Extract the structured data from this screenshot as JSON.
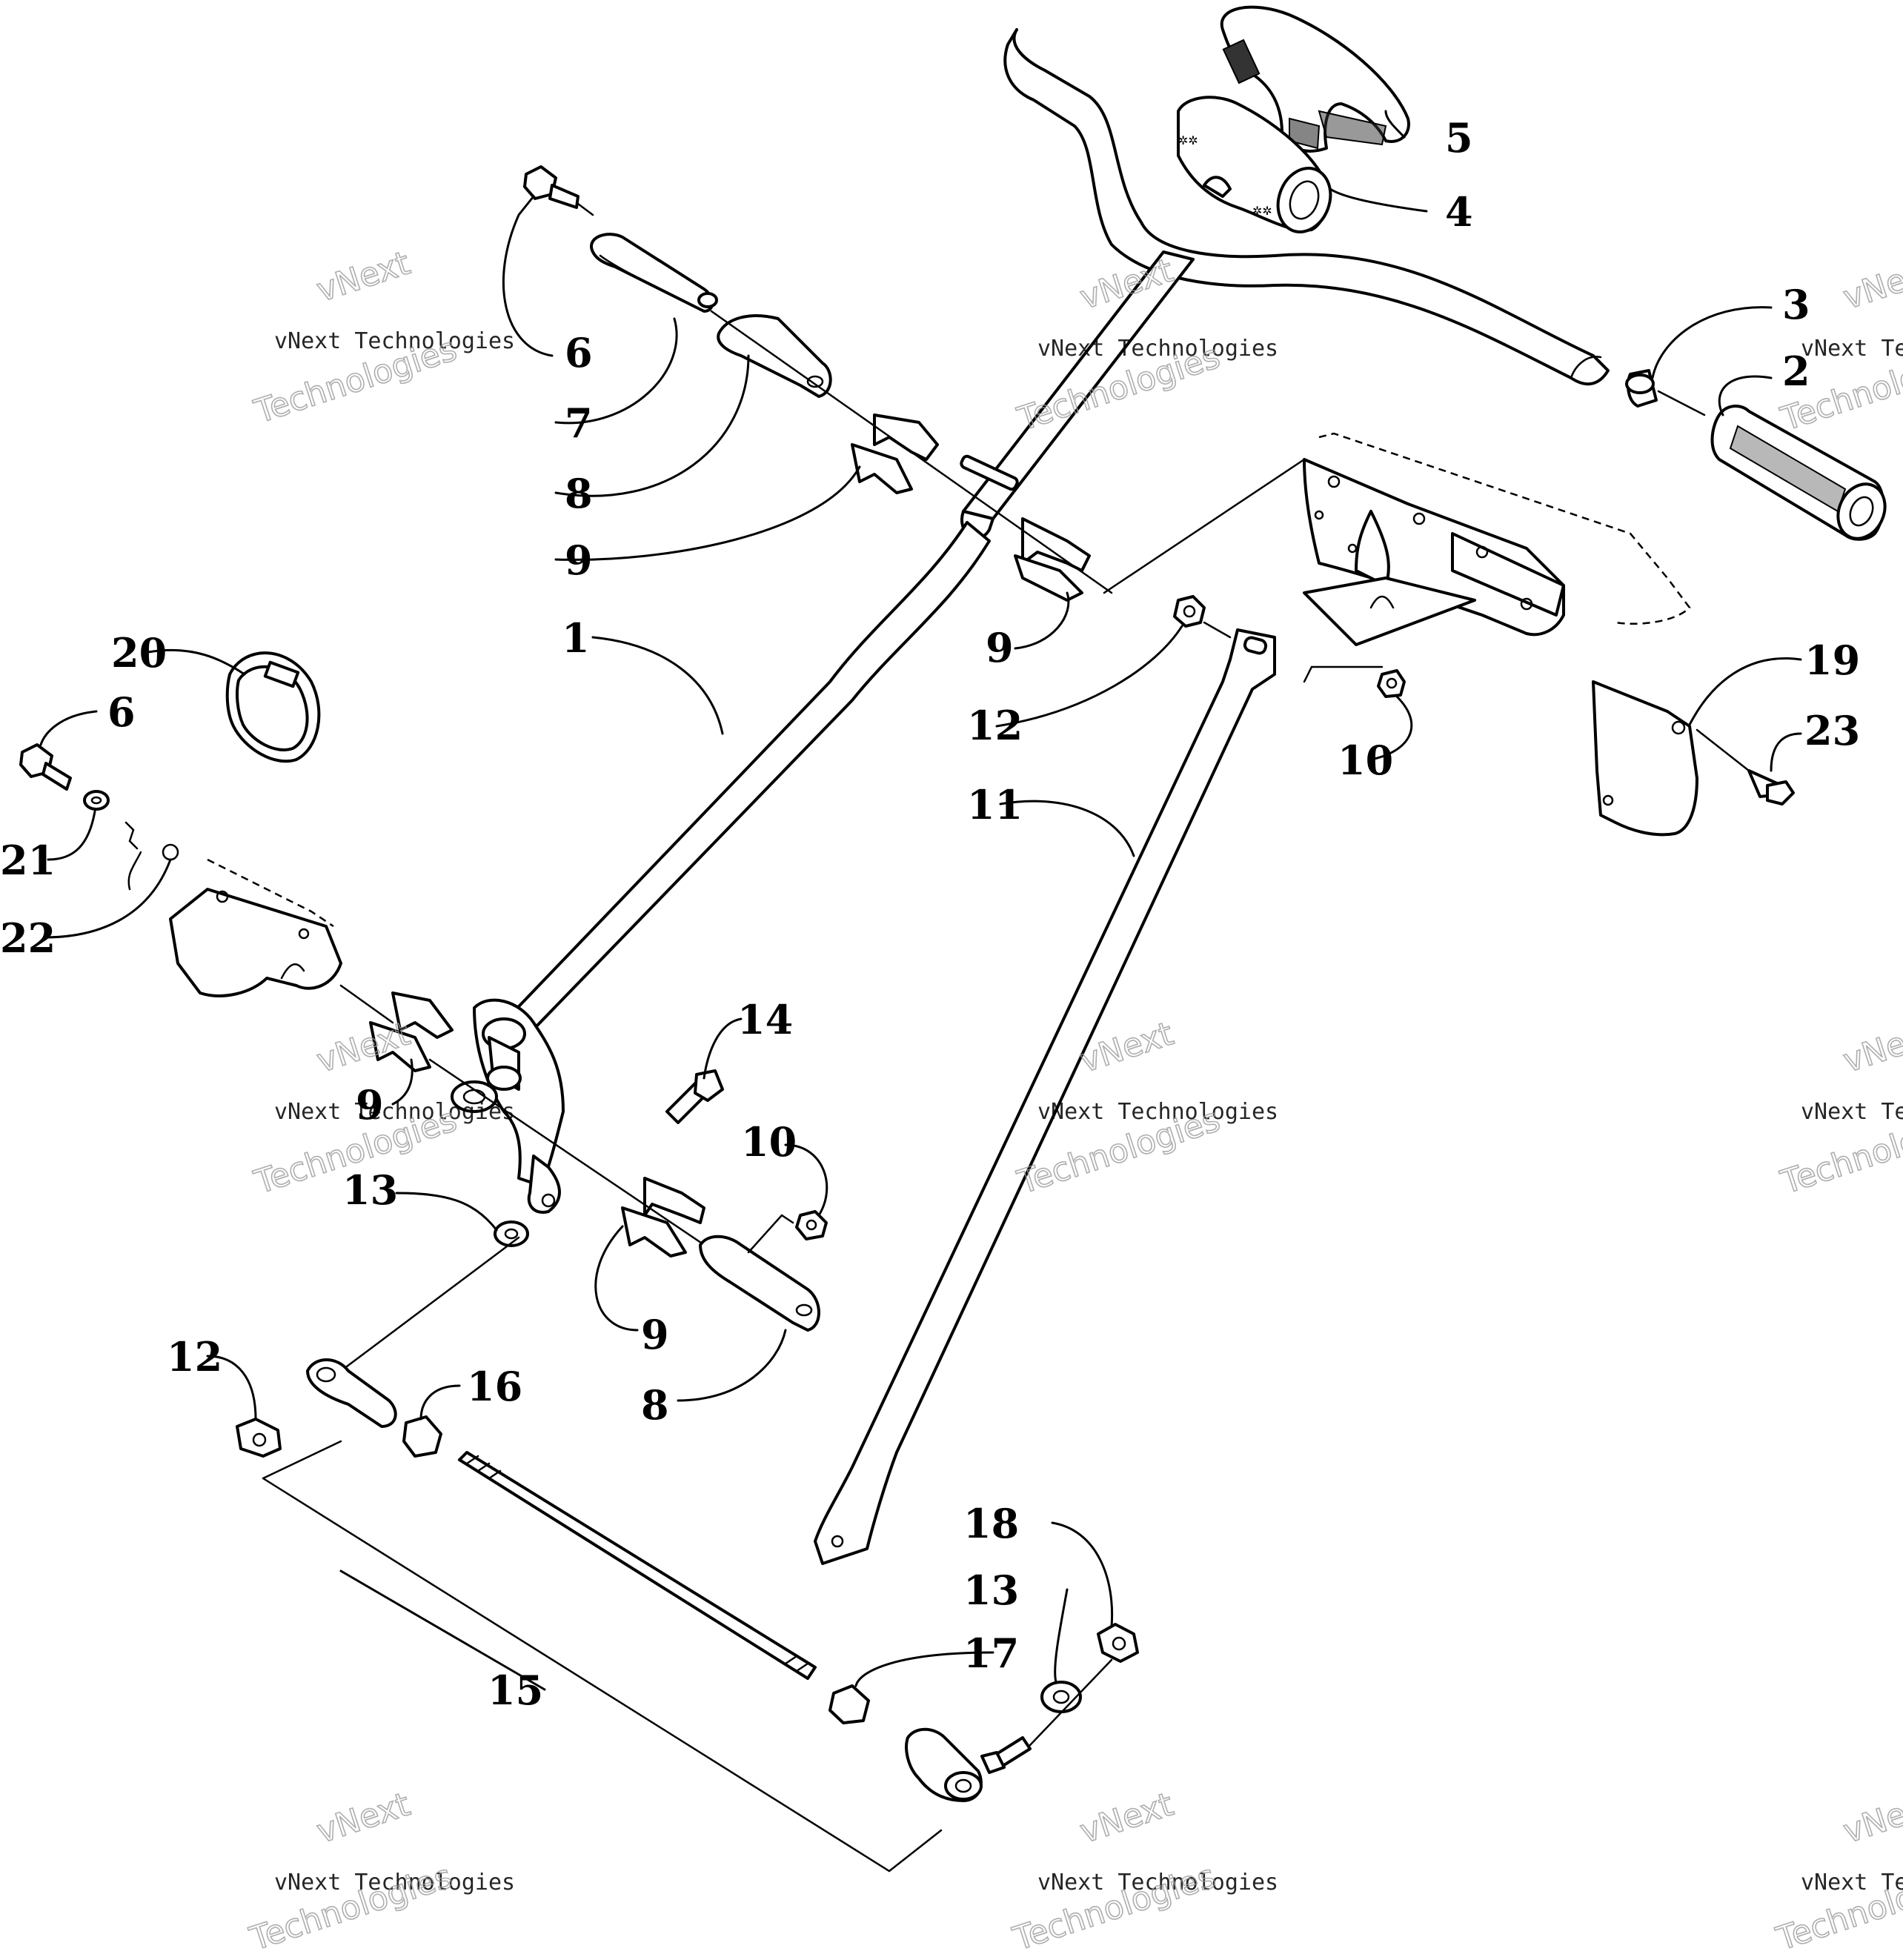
{
  "watermark": {
    "line1": "vNext Technologies",
    "line2": "vNext",
    "line3": "Technologies"
  },
  "callouts": {
    "c1": "1",
    "c2": "2",
    "c3": "3",
    "c4": "4",
    "c5": "5",
    "c6a": "6",
    "c6b": "6",
    "c7": "7",
    "c8a": "8",
    "c8b": "8",
    "c9a": "9",
    "c9b": "9",
    "c9c": "9",
    "c9d": "9",
    "c10a": "10",
    "c10b": "10",
    "c11": "11",
    "c12a": "12",
    "c12b": "12",
    "c13a": "13",
    "c13b": "13",
    "c14": "14",
    "c15": "15",
    "c16": "16",
    "c17": "17",
    "c18": "18",
    "c19": "19",
    "c20": "20",
    "c21": "21",
    "c22": "22",
    "c23": "23"
  }
}
